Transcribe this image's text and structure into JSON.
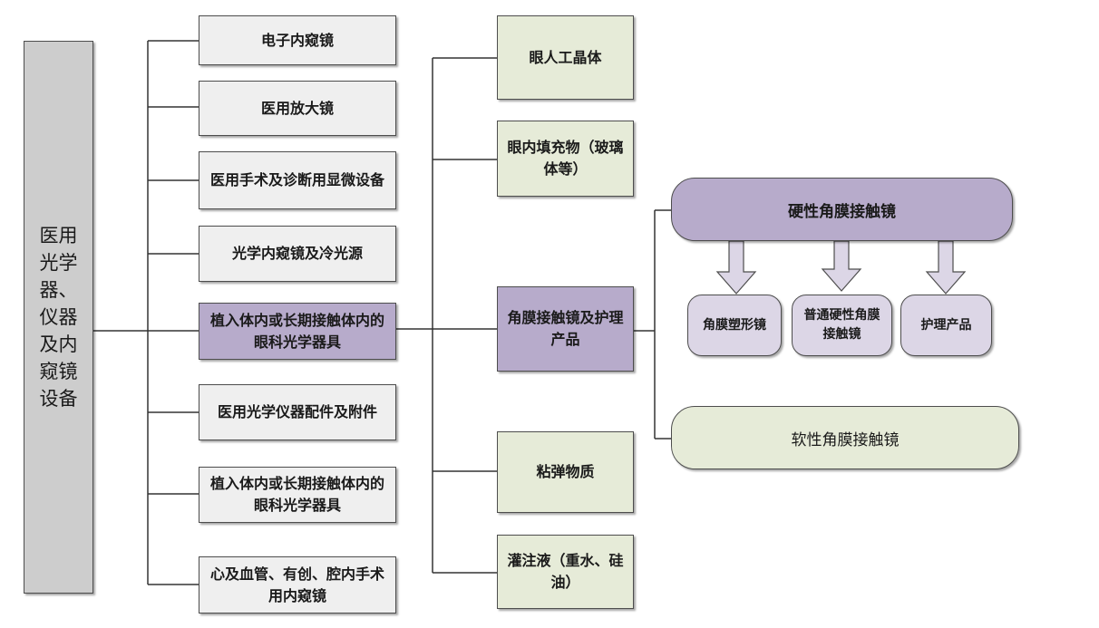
{
  "root": {
    "label": "医用光学器、仪器及内窥镜设备"
  },
  "level1": [
    {
      "label": "电子内窥镜"
    },
    {
      "label": "医用放大镜"
    },
    {
      "label": "医用手术及诊断用显微设备"
    },
    {
      "label": "光学内窥镜及冷光源"
    },
    {
      "label": "植入体内或长期接触体内的眼科光学器具"
    },
    {
      "label": "医用光学仪器配件及附件"
    },
    {
      "label": "植入体内或长期接触体内的眼科光学器具"
    },
    {
      "label": "心及血管、有创、腔内手术用内窥镜"
    }
  ],
  "level2": [
    {
      "label": "眼人工晶体"
    },
    {
      "label": "眼内填充物（玻璃体等）"
    },
    {
      "label": "角膜接触镜及护理产品"
    },
    {
      "label": "粘弹物质"
    },
    {
      "label": "灌注液（重水、硅油）"
    }
  ],
  "level3": {
    "hard": {
      "label": "硬性角膜接触镜"
    },
    "hard_children": [
      {
        "label": "角膜塑形镜"
      },
      {
        "label": "普通硬性角膜接触镜"
      },
      {
        "label": "护理产品"
      }
    ],
    "soft": {
      "label": "软性角膜接触镜"
    }
  },
  "colors": {
    "root_fill": "#cdcdcd",
    "box_fill": "#efefef",
    "highlight_fill": "#b7abcb",
    "green_fill": "#e6ebd8",
    "sub_fill": "#dcd6e6",
    "line": "#333333"
  }
}
